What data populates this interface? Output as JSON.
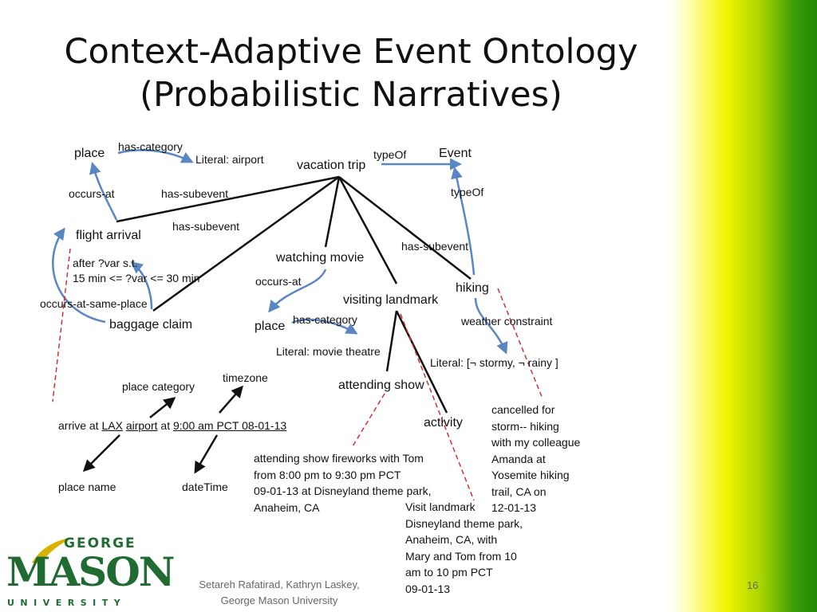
{
  "slide": {
    "title_line1": "Context-Adaptive Event Ontology",
    "title_line2": "(Probabilistic Narratives)",
    "footer_line1": "Setareh Rafatirad, Kathryn Laskey,",
    "footer_line2": "George Mason University",
    "page_number": "16"
  },
  "logo": {
    "george": "GEORGE",
    "mason": "MASON",
    "university": "UNIVERSITY"
  },
  "diagram": {
    "nodes": {
      "place_top": "place",
      "literal_airport": "Literal: airport",
      "vacation_trip": "vacation trip",
      "event": "Event",
      "flight_arrival": "flight arrival",
      "after_constraint_1": "after ?var s.t.",
      "after_constraint_2": "15 min  <= ?var <= 30 min",
      "baggage_claim": "baggage claim",
      "watching_movie": "watching movie",
      "place_mid": "place",
      "literal_movie_theatre": "Literal: movie theatre",
      "visiting_landmark": "visiting landmark",
      "hiking": "hiking",
      "literal_weather": "Literal: [¬ stormy, ¬ rainy ]",
      "attending_show": "attending show",
      "activity": "activity",
      "place_category": "place category",
      "timezone": "timezone",
      "place_name": "place name",
      "datetime": "dateTime"
    },
    "edges": {
      "has_category_top": "has-category",
      "typeof_1": "typeOf",
      "typeof_2": "typeOf",
      "occurs_at_1": "occurs-at",
      "has_subevent_1": "has-subevent",
      "has_subevent_2": "has-subevent",
      "has_subevent_3": "has-subevent",
      "occurs_at_same_place": "occurs-at-same-place",
      "occurs_at_2": "occurs-at",
      "has_category_mid": "has-category",
      "weather_constraint": "weather constraint"
    },
    "arrive_statement": {
      "prefix": "arrive at ",
      "place": "LAX",
      "space1": " ",
      "category": "airport",
      "at": " at ",
      "datetime": "9:00 am PCT 08-01-13"
    },
    "show_text": [
      "attending show fireworks with Tom",
      "from 8:00 pm to 9:30 pm PCT",
      "09-01-13 at Disneyland theme park,",
      "Anaheim, CA"
    ],
    "landmark_text": [
      "Visit landmark",
      "Disneyland theme park,",
      "Anaheim, CA, with",
      "Mary and Tom from 10",
      "am to 10 pm PCT",
      "09-01-13"
    ],
    "hiking_text": [
      "cancelled for",
      "storm-- hiking",
      "with my colleague",
      "Amanda at",
      "Yosemite hiking",
      "trail, CA on",
      "12-01-13"
    ]
  },
  "colors": {
    "arrow_blue": "#5a86c2",
    "link_black": "#111111",
    "dash_red": "#d03030",
    "mason_green": "#1f6b32",
    "mason_gold": "#d9b200"
  }
}
